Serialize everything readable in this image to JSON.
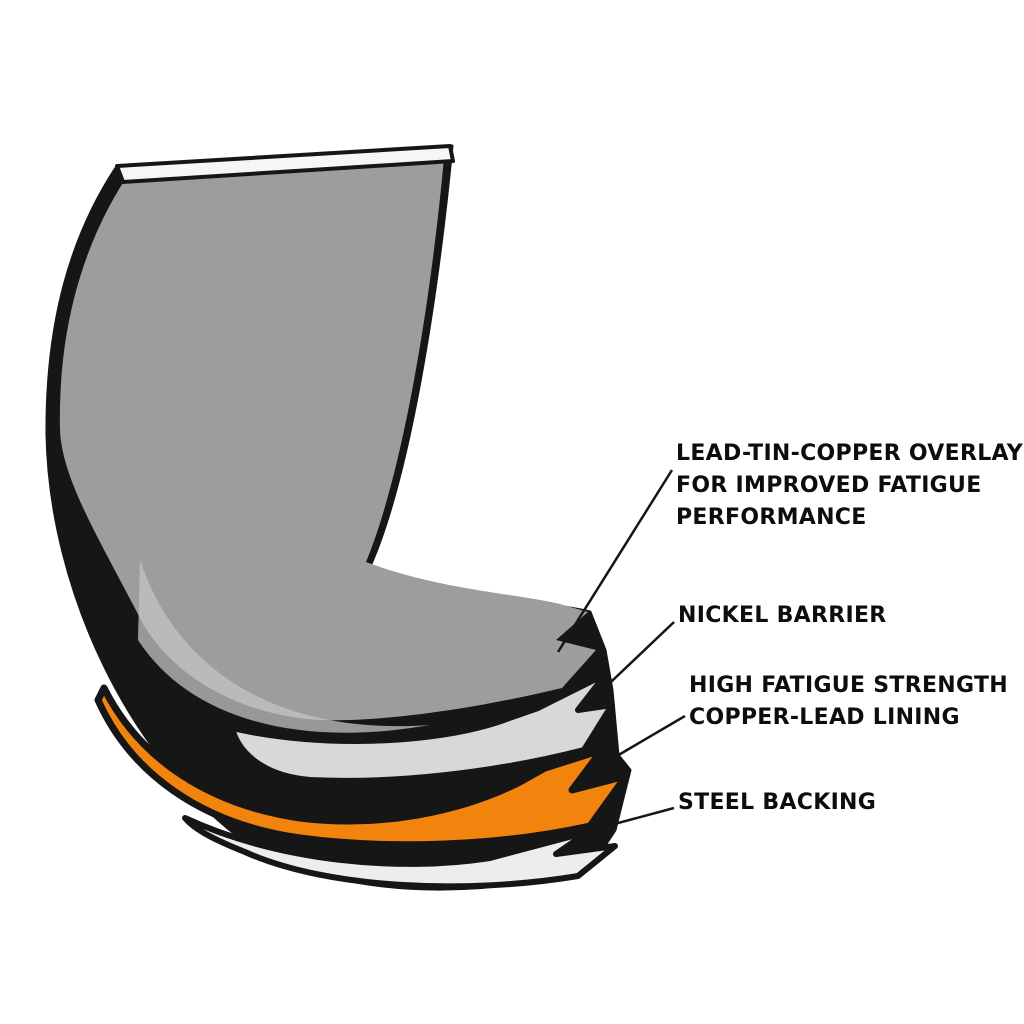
{
  "callouts": [
    {
      "id": "overlay",
      "lines": [
        "LEAD-TIN-COPPER OVERLAY",
        "FOR IMPROVED FATIGUE",
        "PERFORMANCE"
      ]
    },
    {
      "id": "nickel",
      "lines": [
        "NICKEL BARRIER"
      ]
    },
    {
      "id": "copper_lead",
      "lines": [
        "HIGH FATIGUE STRENGTH",
        "COPPER-LEAD LINING"
      ]
    },
    {
      "id": "steel",
      "lines": [
        "STEEL BACKING"
      ]
    }
  ],
  "colors": {
    "background": "#FFFFFF",
    "outline": "#161616",
    "shell_gray": "#9D9D9D",
    "shell_highlight": "#C4C4C4",
    "top_rim": "#F6F6F6",
    "nickel_barrier": "#D8D8D8",
    "steel_backing": "#EDEDED",
    "copper_lead_lining": "#F2830D",
    "label_text": "#0D0D0D"
  }
}
